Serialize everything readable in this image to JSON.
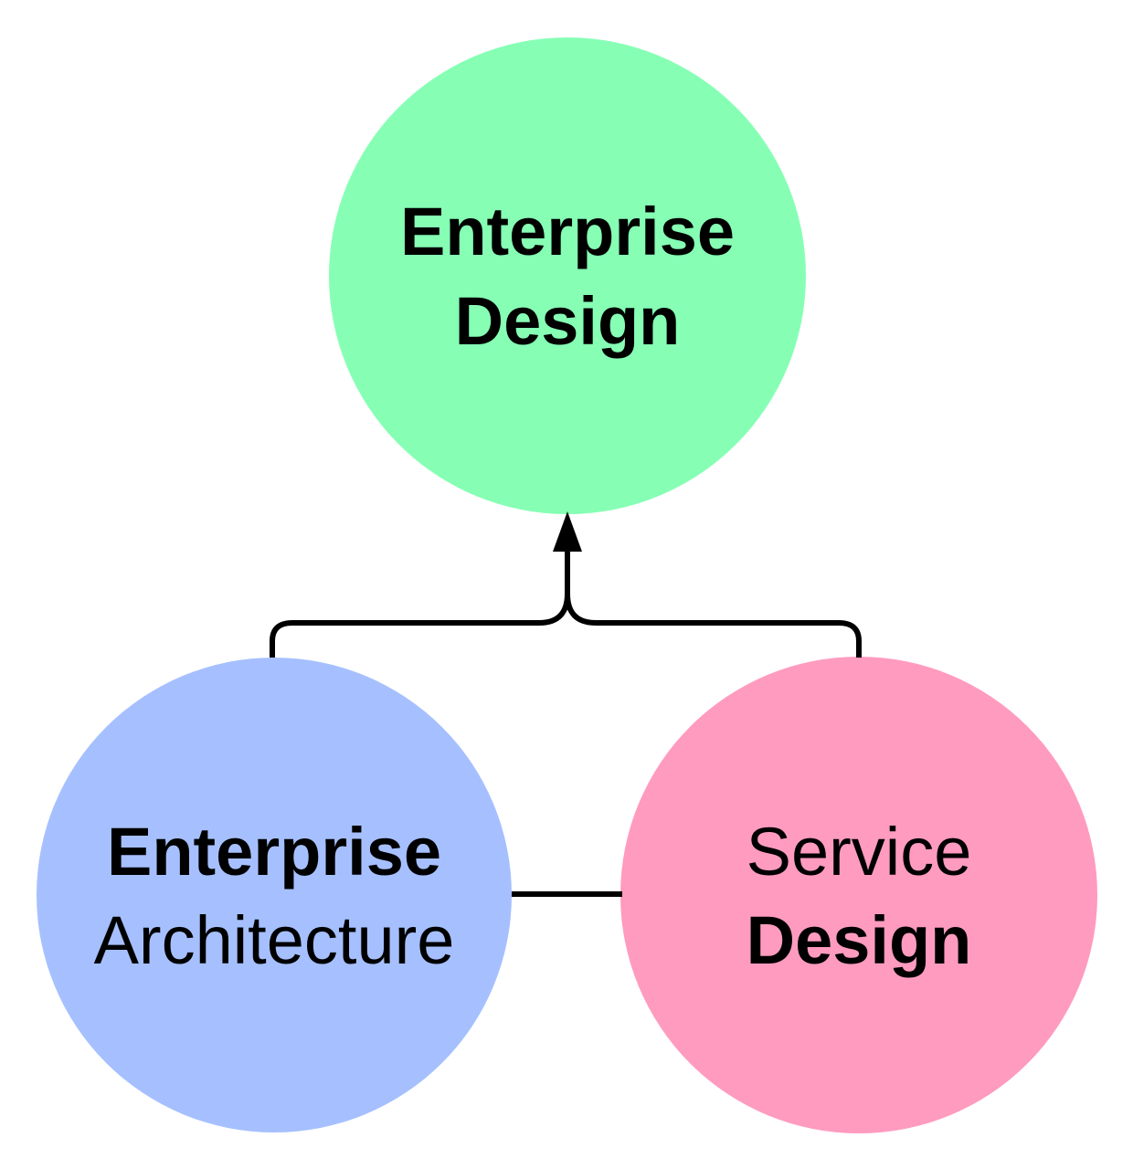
{
  "nodes": {
    "enterprise_design": {
      "line1": "Enterprise",
      "line2": "Design",
      "color": "#86ffb5"
    },
    "enterprise_architecture": {
      "line1": "Enterprise",
      "line2": "Architecture",
      "color": "#a6c0ff"
    },
    "service_design": {
      "line1": "Service",
      "line2": "Design",
      "color": "#ff9bbf"
    }
  },
  "line_color": "#000000"
}
